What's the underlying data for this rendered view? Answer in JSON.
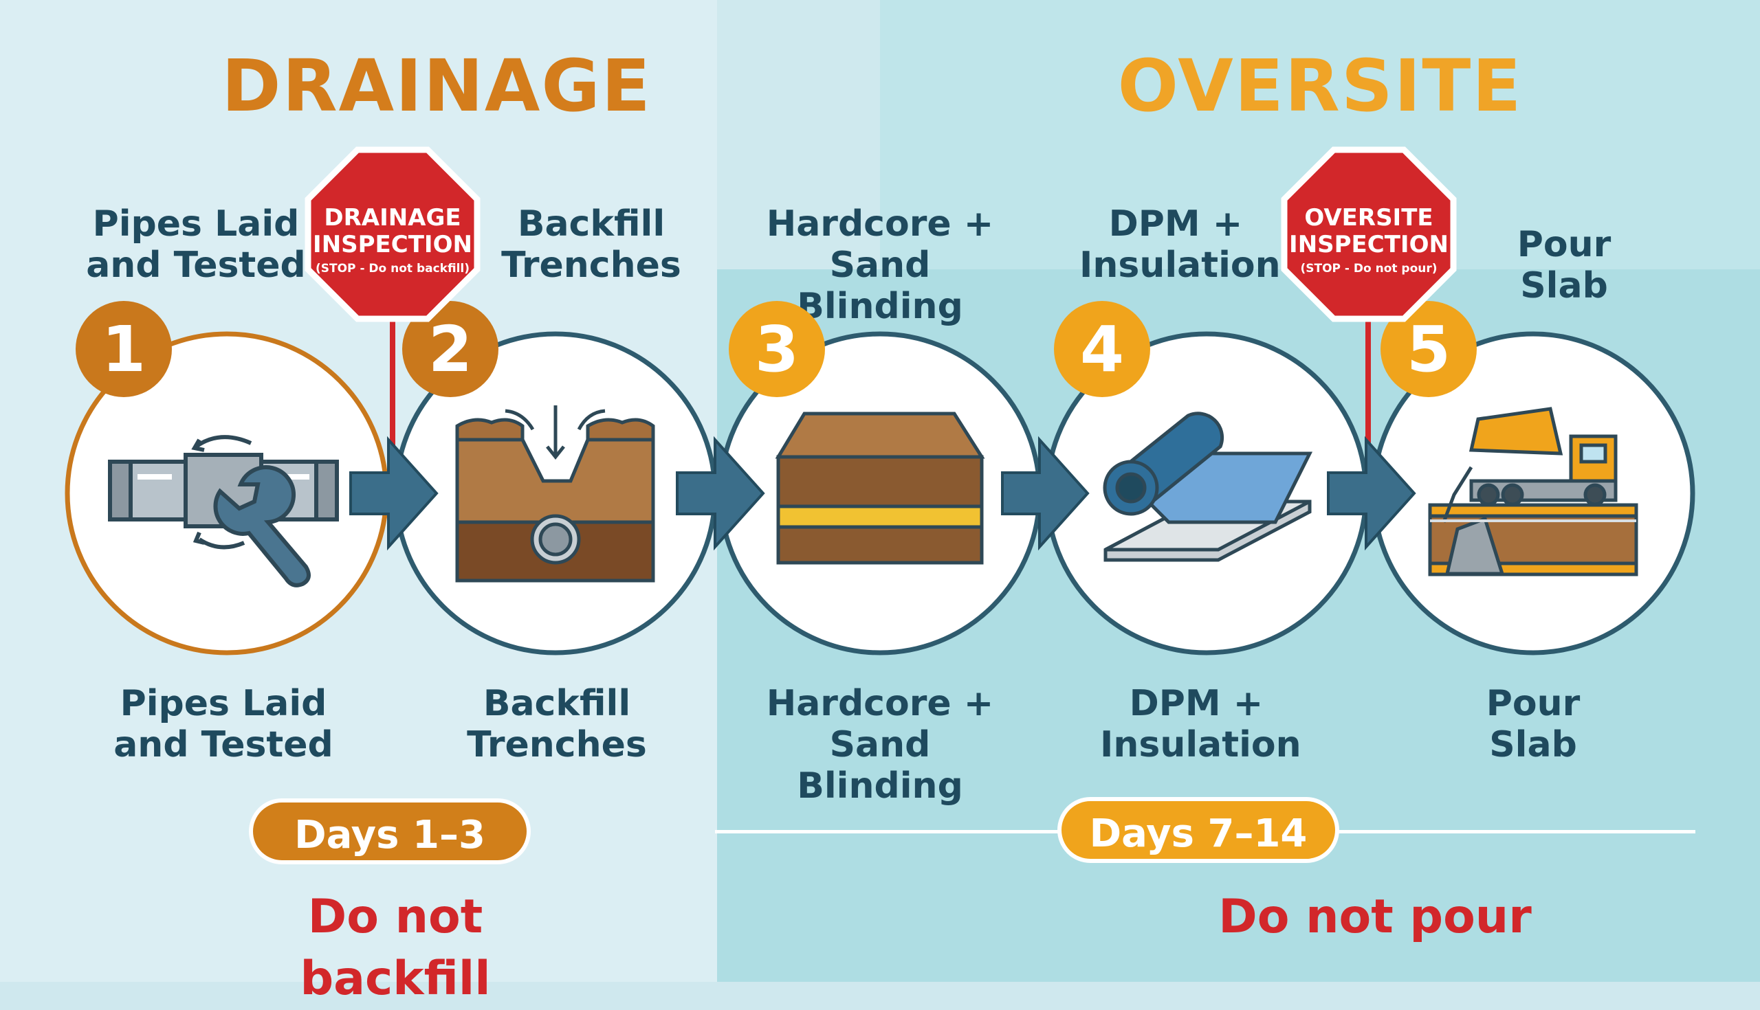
{
  "headings": {
    "drainage": "DRAINAGE",
    "oversite": "OVERSITE"
  },
  "stages": [
    {
      "number": "1",
      "top_label": "Pipes Laid\nand Tested",
      "bottom_label": "Pipes Laid\nand Tested",
      "icon": "pipe-wrench-icon"
    },
    {
      "number": "2",
      "top_label": "Backfill\nTrenches",
      "bottom_label": "Backfill\nTrenches",
      "icon": "trench-backfill-icon"
    },
    {
      "number": "3",
      "top_label": "Hardcore +\nSand Blinding",
      "bottom_label": "Hardcore +\nSand Blinding",
      "icon": "layered-ground-icon"
    },
    {
      "number": "4",
      "top_label": "DPM +\nInsulation",
      "bottom_label": "DPM +\nInsulation",
      "icon": "membrane-roll-icon"
    },
    {
      "number": "5",
      "top_label": "Pour Slab",
      "bottom_label": "Pour Slab",
      "icon": "concrete-mixer-truck-icon"
    }
  ],
  "inspections": [
    {
      "line1": "DRAINAGE",
      "line2": "INSPECTION",
      "note": "(STOP - Do not backfill)"
    },
    {
      "line1": "OVERSITE",
      "line2": "INSPECTION",
      "note": "(STOP - Do not pour)"
    }
  ],
  "timeline": {
    "drainage_days": "Days 1–3",
    "oversite_days": "Days 7–14"
  },
  "warnings": {
    "drainage": "Do not backfill",
    "oversite": "Do not pour"
  },
  "colors": {
    "drainage_orange": "#d47d1c",
    "oversite_orange": "#f0a427",
    "stop_red": "#d2272a",
    "circle_teal": "#2e5b6e",
    "arrow_blue": "#3b6e8a",
    "text_dark": "#1f4a5e"
  }
}
